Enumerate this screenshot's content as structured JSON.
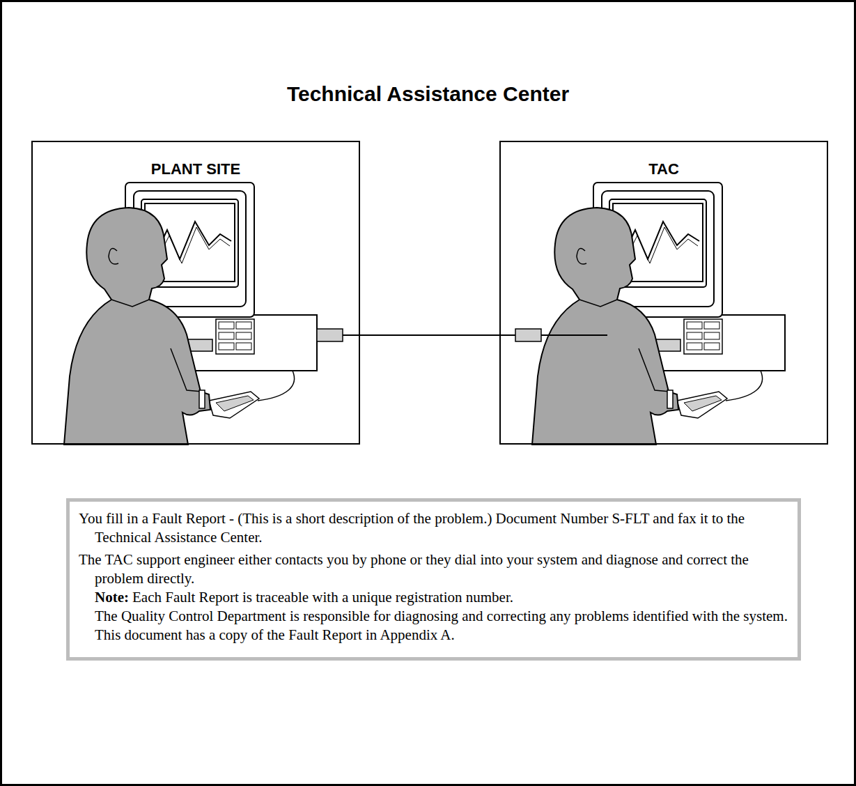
{
  "diagram": {
    "title": "Technical Assistance Center",
    "nodes": [
      {
        "text": [
          "PLANT SITE"
        ]
      },
      {
        "text": [
          "TAC"
        ]
      },
      {
        "text": [
          "You fill in a Fault Report - (This is a short description of the problem.) Document Number S-FLT and fax it to the Technical Assistance Center.",
          "The TAC support engineer either contacts you by phone or they dial into your system and diagnose and correct the problem directly.",
          "Note:",
          "Each Fault Report is traceable with a unique registration number.",
          "The Quality Control Department is responsible for diagnosing and correcting any problems identified with the system.",
          "This document has a copy of the Fault Report in Appendix A."
        ]
      }
    ],
    "edges": [
      {
        "from": 0,
        "to": 1,
        "arrow": "none"
      }
    ]
  }
}
